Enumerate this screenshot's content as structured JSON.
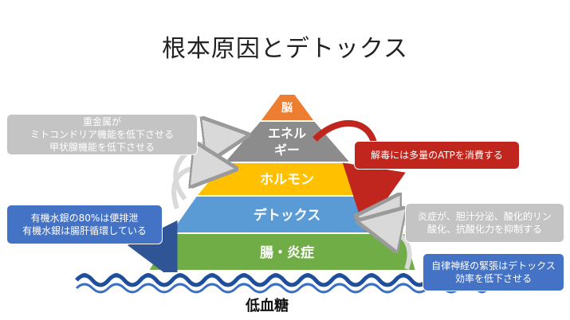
{
  "title": "根本原因とデトックス",
  "pyramid": {
    "layers": [
      {
        "label": "脳",
        "color": "#ed7d31"
      },
      {
        "label": "エネル",
        "label2": "ギー",
        "color": "#8c8c8c"
      },
      {
        "label": "ホルモン",
        "color": "#ffc000"
      },
      {
        "label": "デトックス",
        "color": "#5b9bd5"
      },
      {
        "label": "腸・炎症",
        "color": "#70ad47"
      }
    ]
  },
  "callouts": {
    "metals": "重金属が\nミトコンドリア機能を低下させる\n甲状腺機能を低下させる",
    "mercury": "有機水銀の80%は便排泄\n有機水銀は腸肝循環している",
    "atp": "解毒には多量のATPを消費する",
    "inflammation": "炎症が、胆汁分泌、酸化的リン\n酸化、抗酸化力を抑制する",
    "autonomic": "自律神経の緊張はデトックス\n効率を低下させる"
  },
  "base_label": "低血糖",
  "colors": {
    "orange": "#ed7d31",
    "gray": "#8c8c8c",
    "yellow": "#ffc000",
    "blue": "#5b9bd5",
    "green": "#70ad47",
    "callout_blue": "#4472c4",
    "callout_red": "#c0261d",
    "callout_gray": "#c4c4c4",
    "wave": "#1f4e9c"
  }
}
